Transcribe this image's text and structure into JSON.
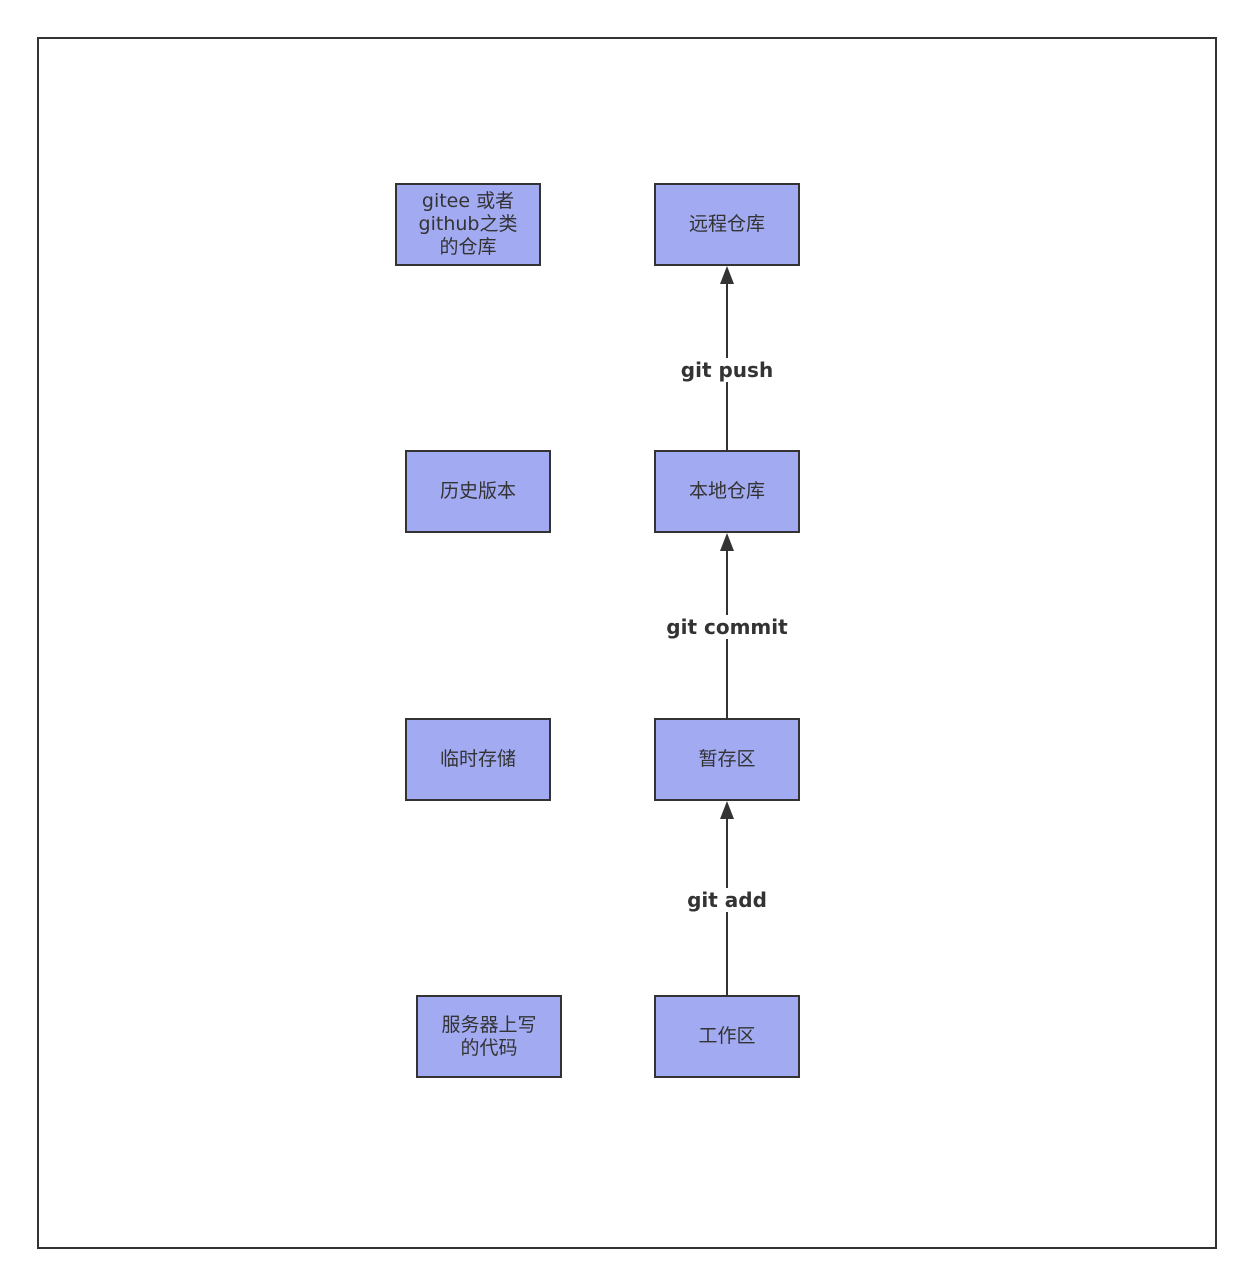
{
  "colors": {
    "node_fill": "#a2aaf2",
    "stroke": "#333333",
    "background": "#ffffff"
  },
  "left_notes": {
    "remote": "gitee 或者\ngithub之类\n的仓库",
    "local": "历史版本",
    "staging": "临时存储",
    "workspace": "服务器上写\n的代码"
  },
  "nodes": {
    "remote": "远程仓库",
    "local": "本地仓库",
    "staging": "暂存区",
    "workspace": "工作区"
  },
  "edges": {
    "push": "git push",
    "commit": "git commit",
    "add": "git add"
  }
}
